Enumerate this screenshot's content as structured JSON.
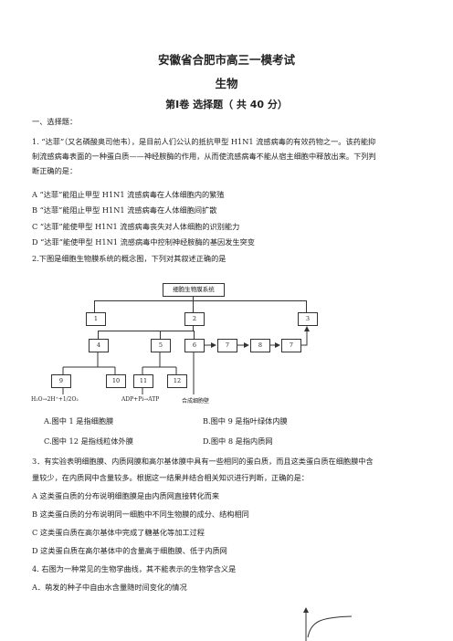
{
  "header": {
    "title": "安徽省合肥市高三一模考试",
    "subject": "生物",
    "section": "第Ⅰ卷 选择题（ 共 40 分）"
  },
  "section_label": "一、选择题：",
  "q1": {
    "stem_l1": "1. “达菲”（又名磷酸奥司他韦），是目前人们公认的抵抗甲型 H1N1 流感病毒的有效药物之一。该药能抑",
    "stem_l2": "制流感病毒表面的一种蛋白质——神经胺酶的作用，从而使流感病毒不能从宿主细胞中释放出来。下列判",
    "stem_l3": "断正确的是：",
    "a": "A “达菲”能阻止甲型 H1N1 流感病毒在人体细胞内的繁殖",
    "b": "B “达菲”能阻止甲型 H1N1 流感病毒在人体细胞间扩散",
    "c": "C “达菲”能使甲型 H1N1 流感病毒丧失对人体细胞的识别能力",
    "d": "D “达菲”能使甲型 H1N1 流感病毒中控制神经胺酶的基因发生突变"
  },
  "q2": {
    "stem": "2.下图是细胞生物膜系统的概念图，下列对其叙述正确的是",
    "diagram": {
      "root": "细胞生物膜系统",
      "n1": "1",
      "n2": "2",
      "n3": "3",
      "n4": "4",
      "n5": "5",
      "n6": "6",
      "n7a": "7",
      "n8": "8",
      "n7b": "7",
      "n9": "9",
      "n10": "10",
      "n11": "11",
      "n12": "12",
      "eq1": "H₂O→2H⁺+1/2O₂",
      "eq2": "ADP+Pi→ATP",
      "eq3": "合成细胞壁"
    },
    "a": "A.图中 1 是指细胞膜",
    "b": "B.图中 9 是指叶绿体内膜",
    "c": "C.图中 12 是指线粒体外膜",
    "d": "D.图中 8 是指内质网"
  },
  "q3": {
    "stem_l1": "3．有实验表明细胞膜、内质网膜和高尔基体膜中具有一些相同的蛋白质，而且这类蛋白质在细胞膜中含",
    "stem_l2": "量较少，在内质网中含量较多。根据这一结果并结合相关知识进行判断，正确的是：",
    "a": "A 这类蛋白质的分布说明细胞膜是由内质网直接转化而来",
    "b": "B 这类蛋白质的分布说明同一细胞中不同生物膜的成分、结构相同",
    "c": "C 这类蛋白质在高尔基体中完成了糖基化等加工过程",
    "d": "D 这类蛋白质在高尔基体中的含量高于细胞膜、低于内质网"
  },
  "q4": {
    "stem": "4. 右图为一种常见的生物学曲线，其不能表示的生物学含义是",
    "a": "A．萌发的种子中自由水含量随时间变化的情况"
  }
}
